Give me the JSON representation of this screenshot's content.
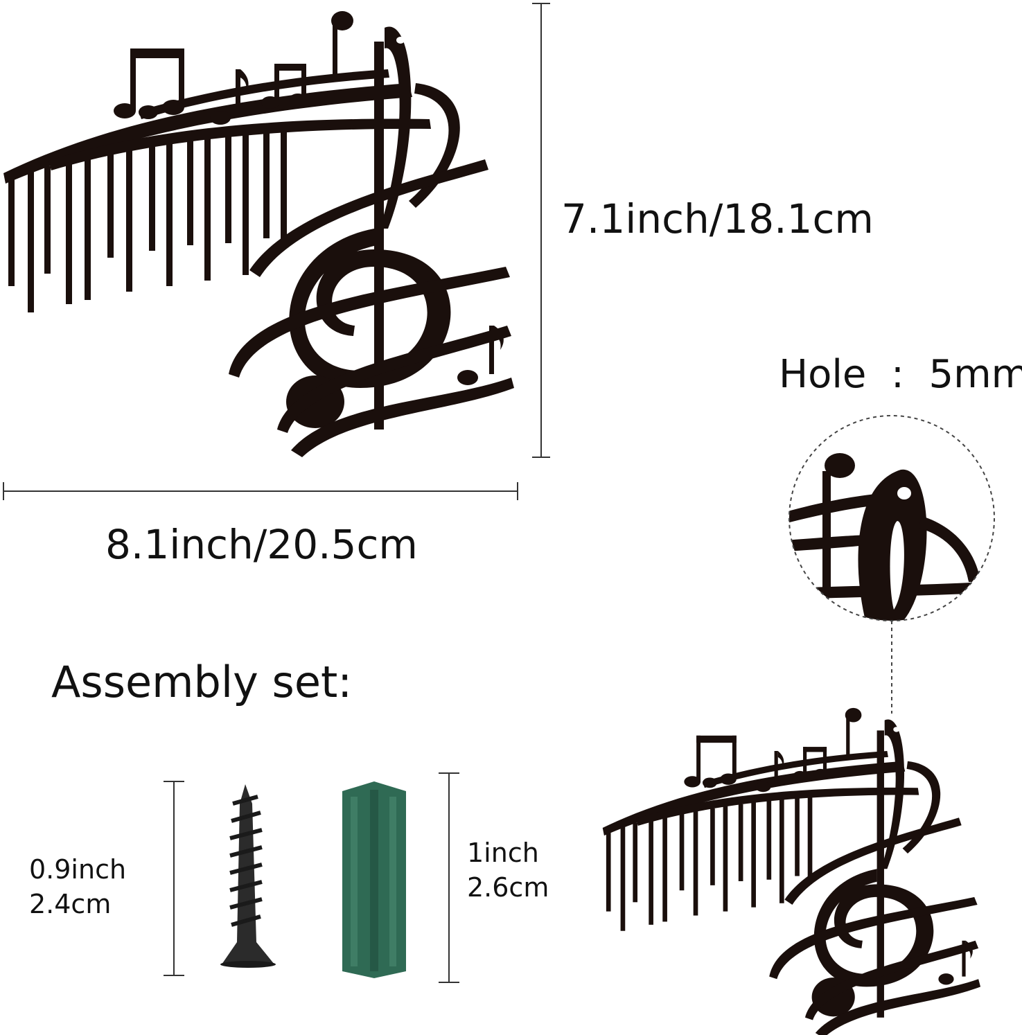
{
  "dimensions": {
    "height_label": "7.1inch/18.1cm",
    "width_label": "8.1inch/20.5cm"
  },
  "hole": {
    "label": "Hole  :  5mm"
  },
  "assembly": {
    "title": "Assembly set:",
    "screw": {
      "length_in": "0.9inch",
      "length_cm": "2.4cm",
      "color": "#2b2b2b"
    },
    "anchor": {
      "length_in": "1inch",
      "length_cm": "2.6cm",
      "color": "#2f6a54"
    }
  },
  "product": {
    "color": "#1a0f0c"
  }
}
